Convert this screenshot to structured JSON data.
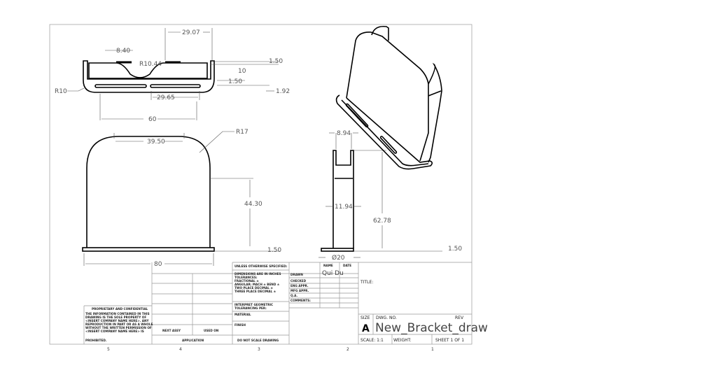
{
  "top_view": {
    "dims": {
      "w1": "29.07",
      "w2": "8.40",
      "radius_cut": "R10.44",
      "h1": "1.50",
      "h2": "10",
      "h3": "1.50",
      "h4": "1.92",
      "radius_corner": "R10",
      "slot": "29.65",
      "overall": "60"
    }
  },
  "front_view": {
    "dims": {
      "top_width": "39.50",
      "radius": "R17",
      "height": "44.30",
      "base": "1.50",
      "overall": "80"
    }
  },
  "side_view": {
    "dims": {
      "inner": "8.94",
      "width": "11.94",
      "height": "62.78",
      "base": "1.50",
      "dia": "Ø20"
    }
  },
  "title_block": {
    "unless": "UNLESS OTHERWISE SPECIFIED:",
    "dims_lines": [
      "DIMENSIONS ARE IN INCHES",
      "TOLERANCES:",
      "FRACTIONAL ±",
      "ANGULAR: MACH ±    BEND ±",
      "TWO PLACE DECIMAL    ±",
      "THREE PLACE DECIMAL  ±"
    ],
    "interpret": [
      "INTERPRET GEOMETRIC",
      "TOLERANCING PER:"
    ],
    "material": "MATERIAL",
    "finish": "FINISH",
    "next_assy": "NEXT ASSY",
    "used_on": "USED ON",
    "application": "APPLICATION",
    "do_not_scale": "DO NOT SCALE DRAWING",
    "proprietary_title": "PROPRIETARY AND CONFIDENTIAL",
    "proprietary_text": [
      "THE INFORMATION CONTAINED IN THIS",
      "DRAWING IS THE SOLE PROPERTY OF",
      "<INSERT COMPANY NAME HERE>. ANY",
      "REPRODUCTION IN PART OR AS A WHOLE",
      "WITHOUT THE WRITTEN PERMISSION OF",
      "<INSERT COMPANY NAME HERE> IS",
      "PROHIBITED."
    ],
    "name_header": "NAME",
    "date_header": "DATE",
    "drawn_by": "Qui Du",
    "rows": [
      "DRAWN",
      "CHECKED",
      "ENG APPR.",
      "MFG APPR.",
      "Q.A.",
      "COMMENTS:"
    ],
    "title_label": "TITLE:",
    "size_label": "SIZE",
    "size_value": "A",
    "dwg_no_label": "DWG.  NO.",
    "dwg_no_value": "New_Bracket_draw",
    "rev_label": "REV",
    "scale": "SCALE: 1:1",
    "weight": "WEIGHT:",
    "sheet": "SHEET 1 OF 1"
  },
  "zones": [
    "5",
    "4",
    "3",
    "2",
    "1"
  ]
}
